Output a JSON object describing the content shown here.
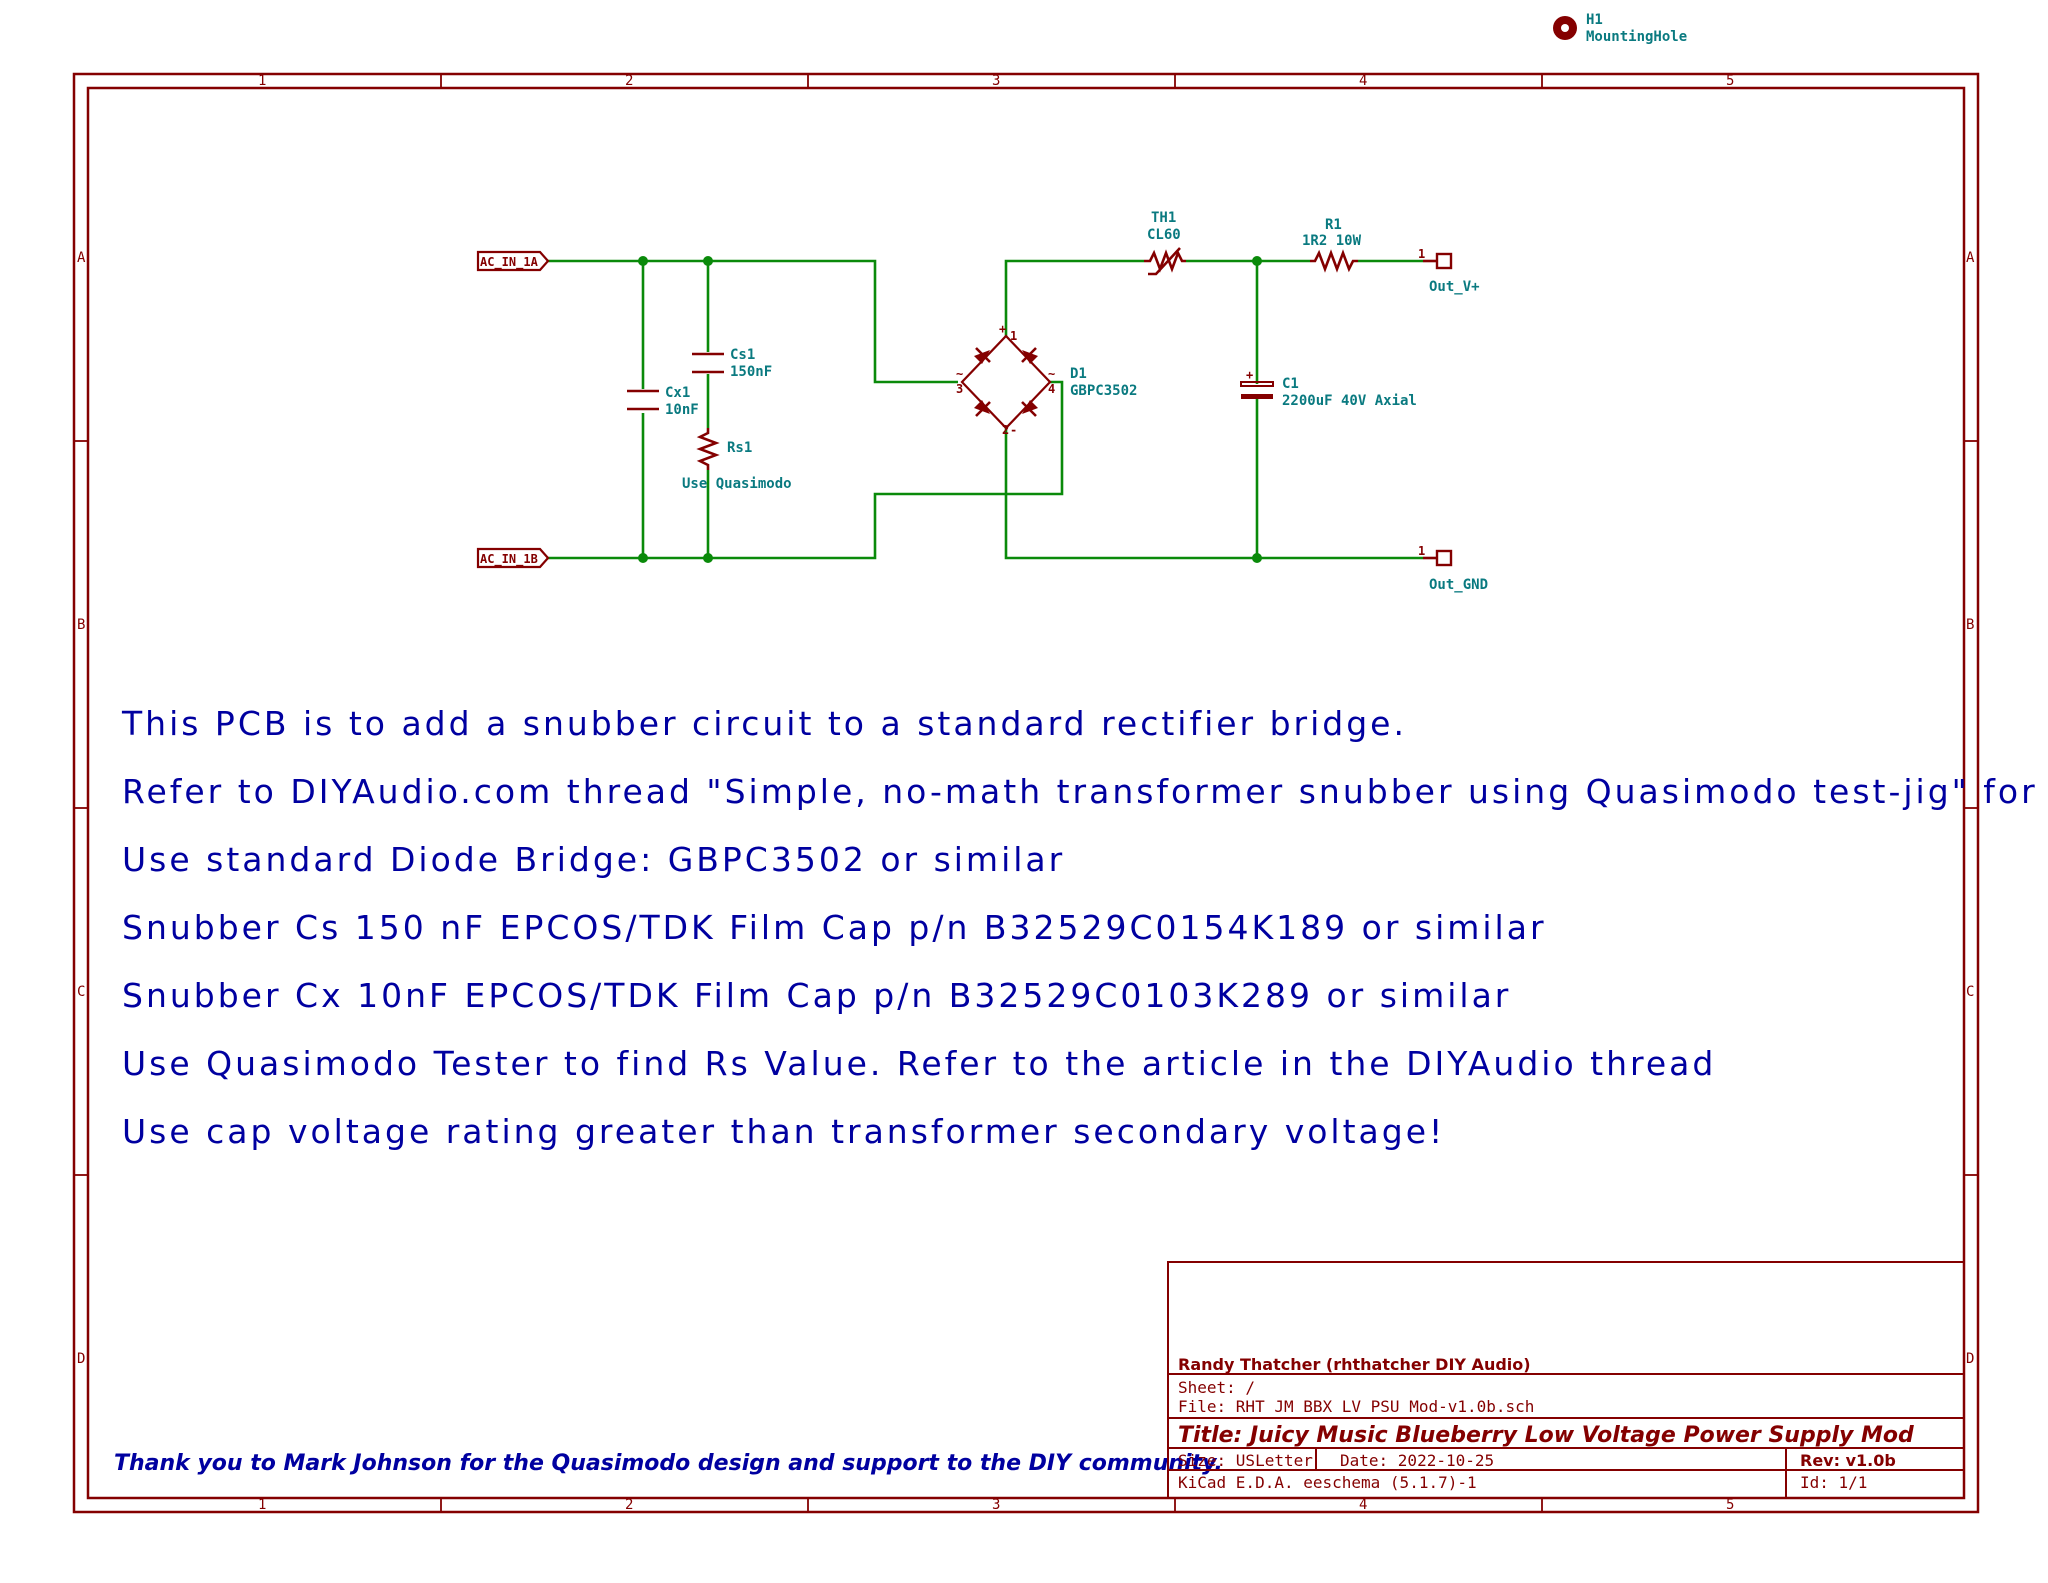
{
  "mounting_hole": {
    "ref": "H1",
    "value": "MountingHole"
  },
  "zones": {
    "columns": [
      "1",
      "2",
      "3",
      "4",
      "5"
    ],
    "rows": [
      "A",
      "B",
      "C",
      "D"
    ]
  },
  "schematic": {
    "ac_in_a": "AC_IN_1A",
    "ac_in_b": "AC_IN_1B",
    "cx1": {
      "ref": "Cx1",
      "value": "10nF"
    },
    "cs1": {
      "ref": "Cs1",
      "value": "150nF"
    },
    "rs1": {
      "ref": "Rs1",
      "value": "Use Quasimodo"
    },
    "d1": {
      "ref": "D1",
      "value": "GBPC3502",
      "pins": [
        "1",
        "2",
        "3",
        "4"
      ],
      "plus": "+",
      "minus": "-",
      "ac": "~"
    },
    "th1": {
      "ref": "TH1",
      "value": "CL60"
    },
    "r1": {
      "ref": "R1",
      "value": "1R2 10W"
    },
    "c1": {
      "ref": "C1",
      "value": "2200uF 40V Axial",
      "plus": "+"
    },
    "out_v": {
      "ref": "Out_V+",
      "pin": "1"
    },
    "out_gnd": {
      "ref": "Out_GND",
      "pin": "1"
    }
  },
  "notes": [
    "This PCB is to add a snubber circuit to a standard rectifier bridge.",
    "Refer to DIYAudio.com thread \"Simple, no-math transformer snubber using Quasimodo test-jig\" for details.",
    "Use standard Diode Bridge: GBPC3502 or similar",
    "Snubber Cs 150 nF EPCOS/TDK Film Cap p/n B32529C0154K189 or similar",
    "Snubber Cx 10nF EPCOS/TDK Film Cap p/n B32529C0103K289 or similar",
    "Use Quasimodo Tester to find Rs Value.  Refer to the article in the DIYAudio thread",
    "Use cap voltage rating greater than transformer secondary voltage!"
  ],
  "thanks": "Thank you to Mark Johnson for the Quasimodo design and support to the DIY community.",
  "title_block": {
    "company": "Randy Thatcher (rhthatcher DIY Audio)",
    "sheet": "Sheet: /",
    "file": "File: RHT JM BBX LV PSU Mod-v1.0b.sch",
    "title": "Title: Juicy Music Blueberry Low Voltage Power Supply Mod",
    "size": "Size: USLetter",
    "date": "Date: 2022-10-25",
    "rev": "Rev: v1.0b",
    "tool": "KiCad E.D.A.  eeschema (5.1.7)-1",
    "id": "Id: 1/1"
  }
}
